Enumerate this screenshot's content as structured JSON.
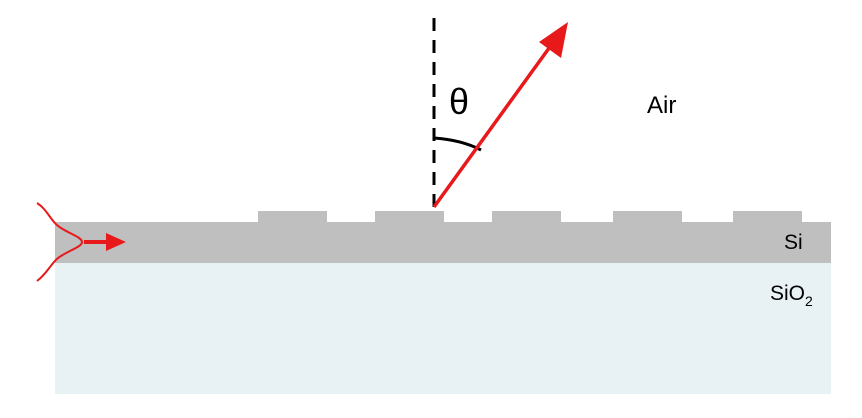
{
  "labels": {
    "theta": "θ",
    "air": "Air",
    "si": "Si",
    "sio2_base": "SiO",
    "sio2_sub": "2"
  },
  "colors": {
    "substrate": "#e8f2f4",
    "silicon": "#bfbfbf",
    "arrow": "#e8191a",
    "guide_line": "#000000"
  },
  "icons": {
    "input_profile": "gaussian-mode-profile-icon",
    "input_arrow": "arrow-right-icon",
    "emission_arrow": "arrow-icon"
  }
}
